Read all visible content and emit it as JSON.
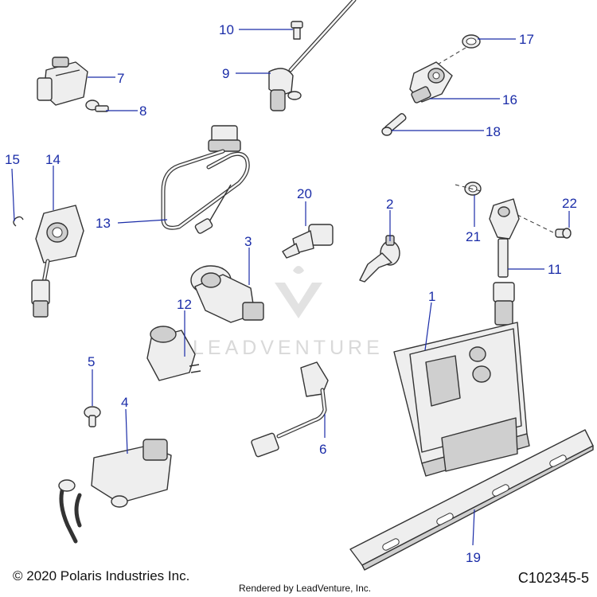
{
  "footer": {
    "copyright": "© 2020 Polaris Industries Inc.",
    "diagram_code": "C102345-5",
    "rendered_by": "Rendered by LeadVenture, Inc."
  },
  "watermark": {
    "text": "LEADVENTURE"
  },
  "callouts": [
    "1",
    "2",
    "3",
    "4",
    "5",
    "6",
    "7",
    "8",
    "9",
    "10",
    "11",
    "12",
    "13",
    "14",
    "15",
    "16",
    "17",
    "18",
    "19",
    "20",
    "21",
    "22"
  ],
  "colors": {
    "callout": "#1a2ca8",
    "line_art": "#333333"
  }
}
